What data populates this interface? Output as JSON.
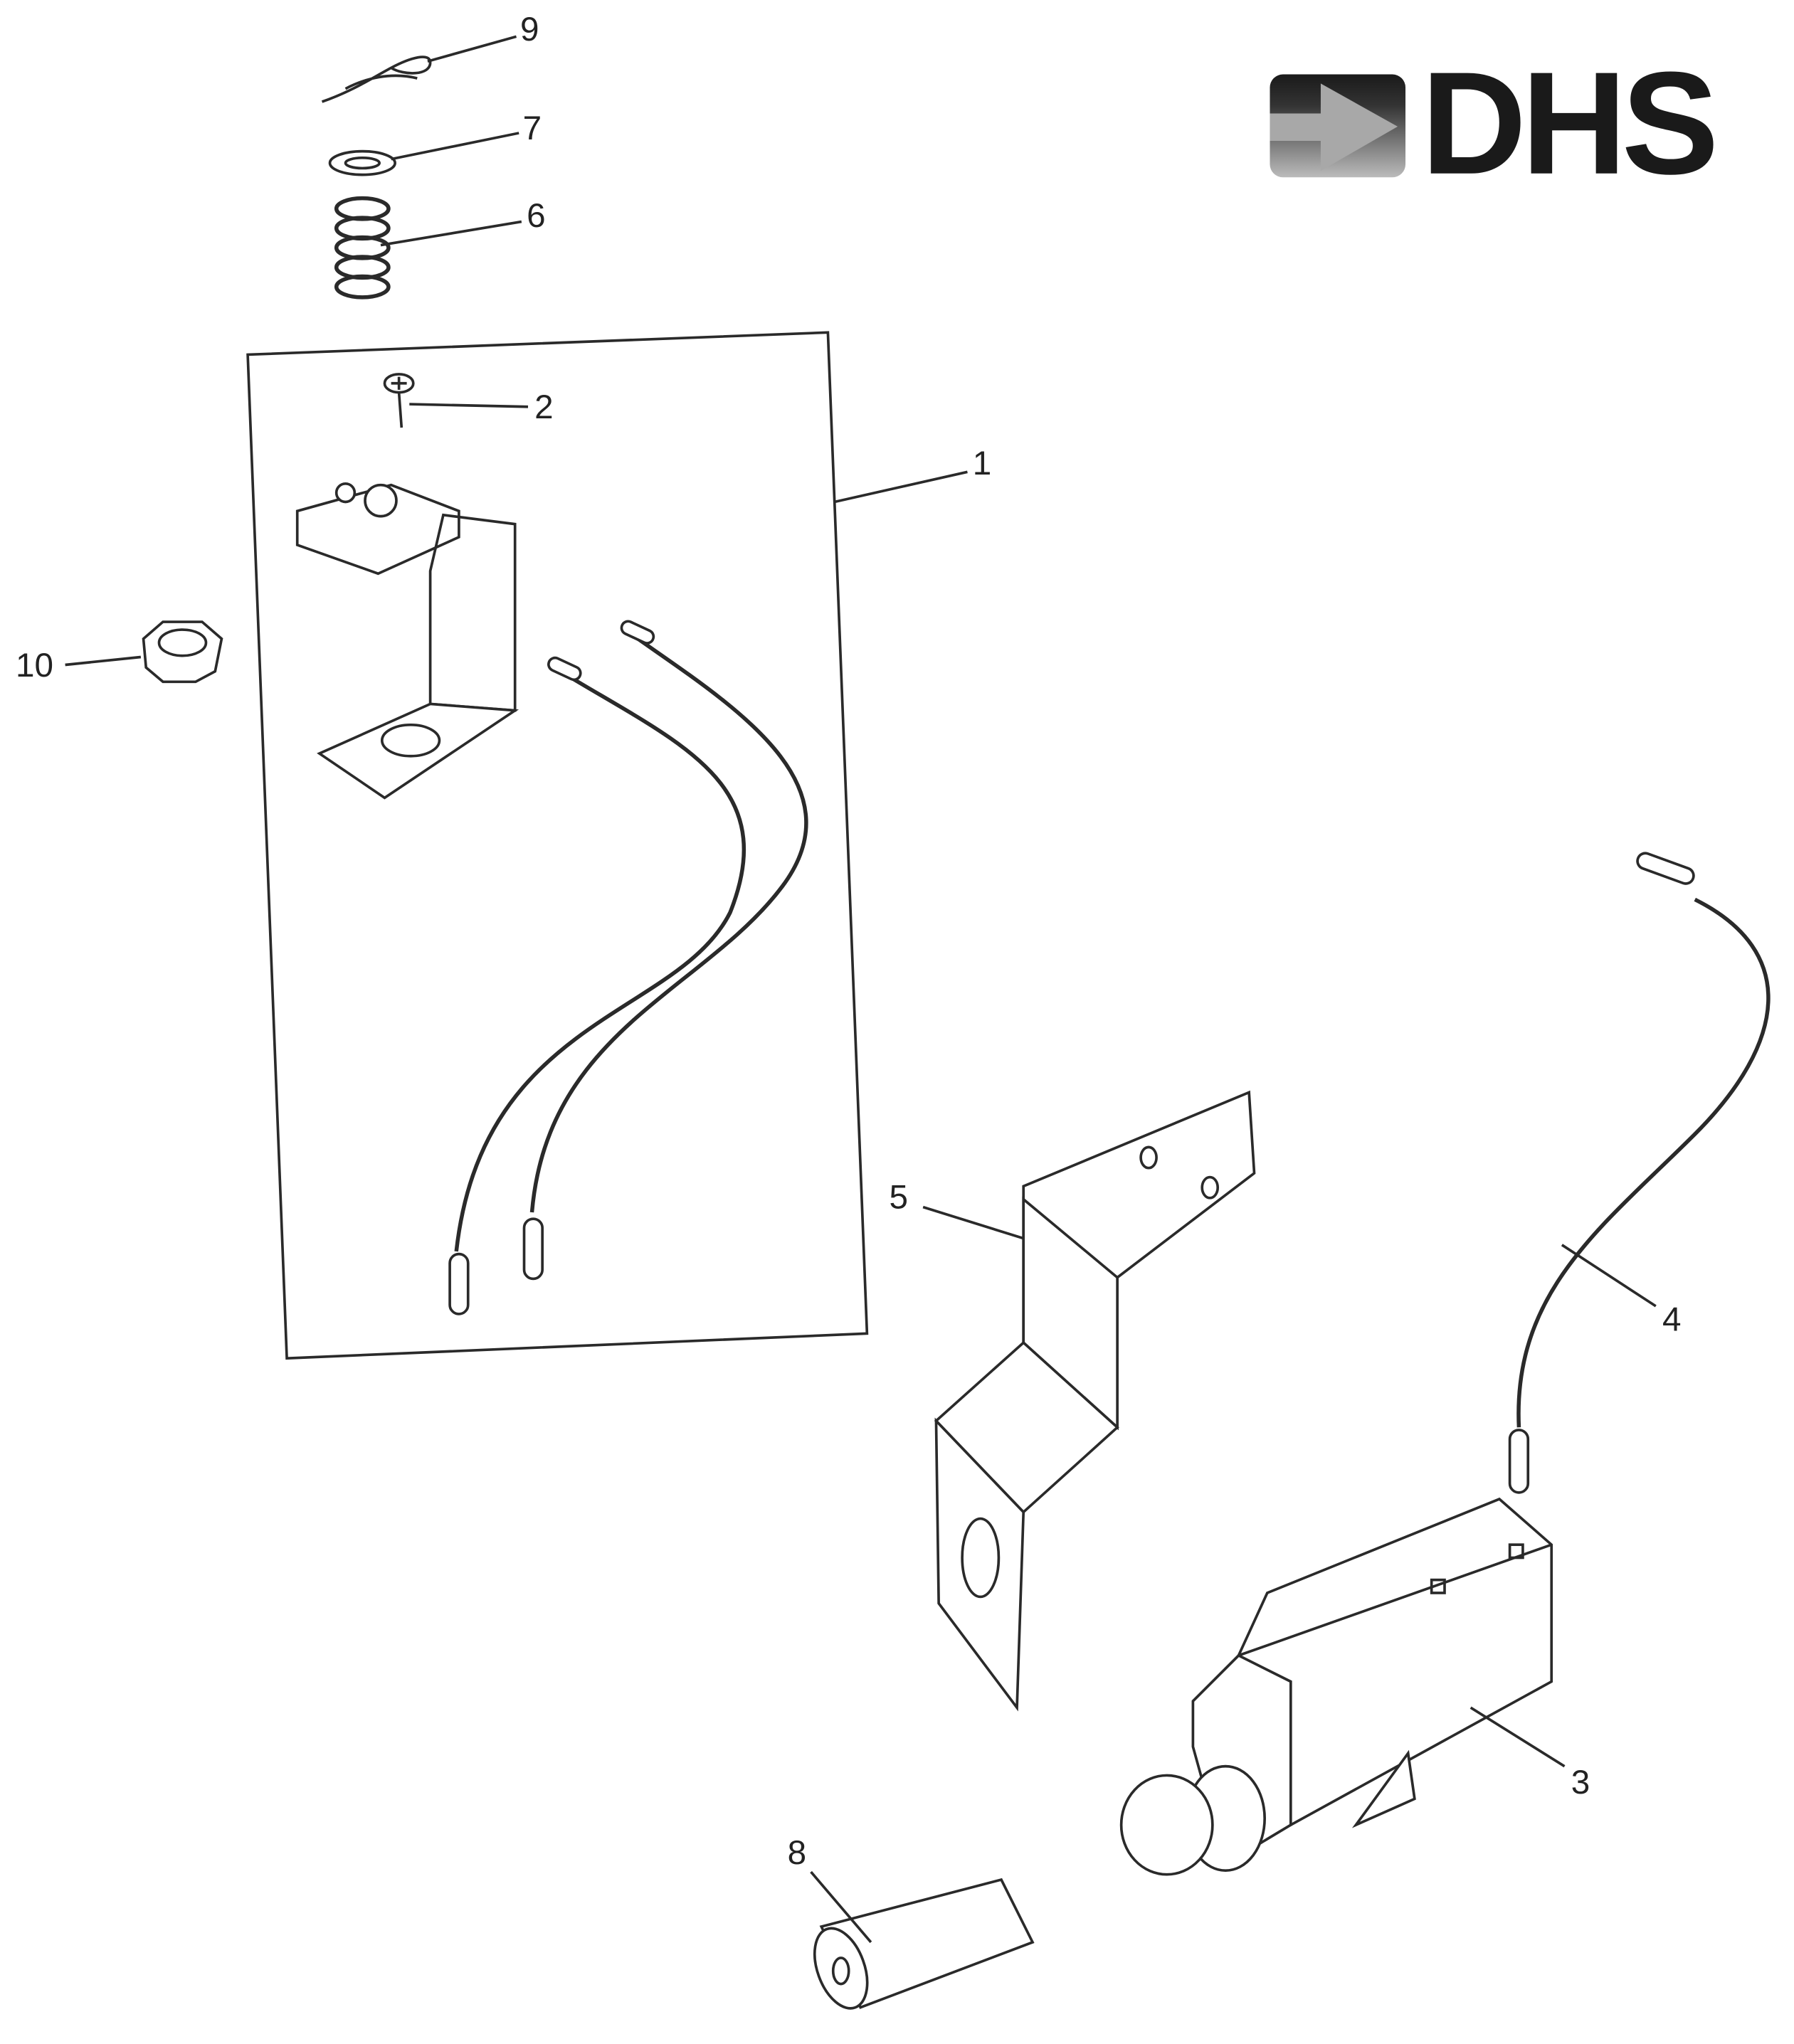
{
  "logo": {
    "text": "DHS"
  },
  "callouts": {
    "c1": "1",
    "c2": "2",
    "c3": "3",
    "c4": "4",
    "c5": "5",
    "c6": "6",
    "c7": "7",
    "c8": "8",
    "c9": "9",
    "c10": "10"
  }
}
